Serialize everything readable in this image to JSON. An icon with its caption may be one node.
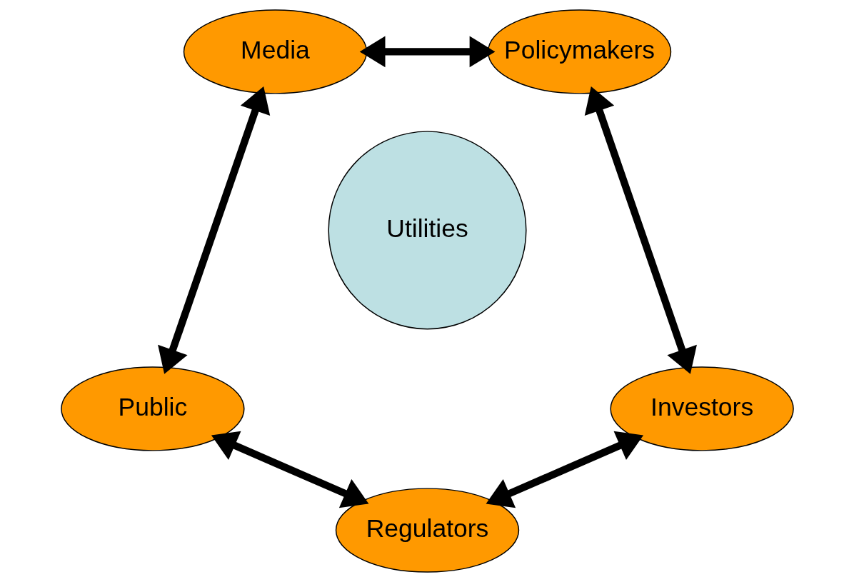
{
  "diagram": {
    "nodes": [
      {
        "text": [
          "Media"
        ]
      },
      {
        "text": [
          "Policymakers"
        ]
      },
      {
        "text": [
          "Utilities"
        ]
      },
      {
        "text": [
          "Public"
        ]
      },
      {
        "text": [
          "Investors"
        ]
      },
      {
        "text": [
          "Regulators"
        ]
      }
    ],
    "edges": [
      {
        "from": 0,
        "to": 1,
        "arrow": "both"
      },
      {
        "from": 1,
        "to": 4,
        "arrow": "both"
      },
      {
        "from": 4,
        "to": 5,
        "arrow": "both"
      },
      {
        "from": 5,
        "to": 3,
        "arrow": "both"
      },
      {
        "from": 3,
        "to": 0,
        "arrow": "both"
      }
    ]
  }
}
